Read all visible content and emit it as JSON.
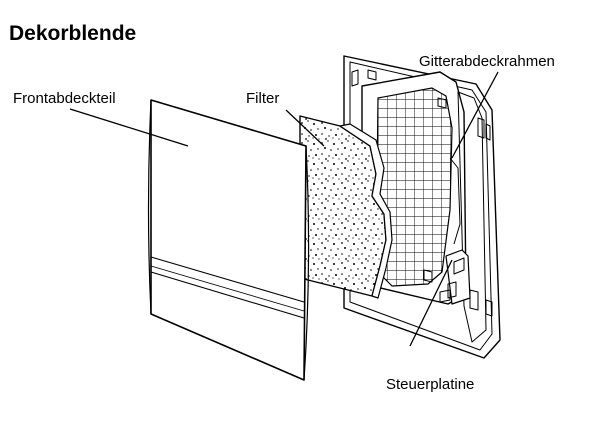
{
  "title": "Dekorblende",
  "parts": [
    {
      "id": "front",
      "label": "Frontabdeckteil"
    },
    {
      "id": "filter",
      "label": "Filter"
    },
    {
      "id": "gitter",
      "label": "Gitterabdeckrahmen"
    },
    {
      "id": "steuer",
      "label": "Steuerplatine"
    }
  ]
}
